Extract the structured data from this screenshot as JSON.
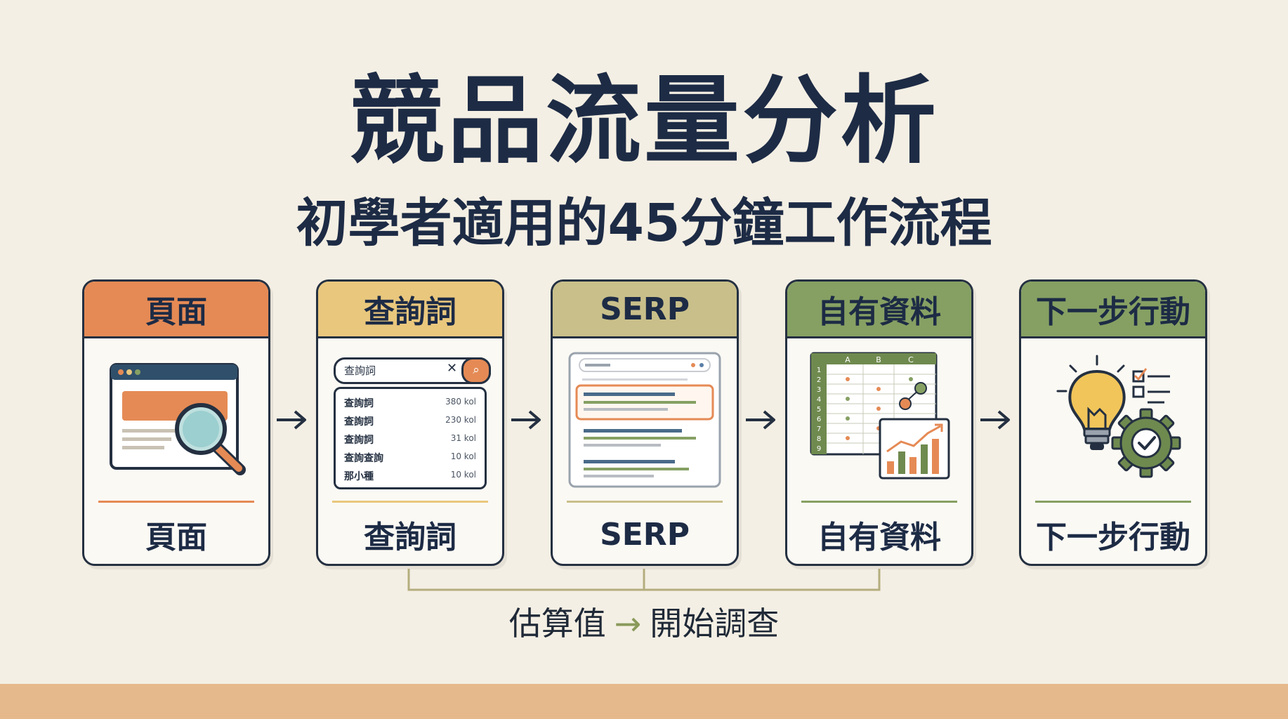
{
  "title": "競品流量分析",
  "subtitle": "初學者適用的45分鐘工作流程",
  "colors": {
    "page": "#f4efe4",
    "orange": "#e58a55",
    "yellow": "#e9c77d",
    "olive": "#c9bf8a",
    "green": "#86a063",
    "dark_green": "#6f8a4f",
    "ink": "#1d2b45",
    "footer": "#e6b98d"
  },
  "steps": [
    {
      "label": "頁面",
      "footer": "頁面",
      "icon": "browser-magnifier-icon"
    },
    {
      "label": "查詢詞",
      "footer": "查詢詞",
      "icon": "keyword-list-icon",
      "search_text": "查詢詞",
      "keywords": [
        {
          "term": "查詢詞",
          "volume": "380 kol"
        },
        {
          "term": "查詢詞",
          "volume": "230 kol"
        },
        {
          "term": "查詢詞",
          "volume": "31 kol"
        },
        {
          "term": "查詢查詢",
          "volume": "10 kol"
        },
        {
          "term": "那小種",
          "volume": "10 kol"
        }
      ]
    },
    {
      "label": "SERP",
      "footer": "SERP",
      "icon": "serp-page-icon"
    },
    {
      "label": "自有資料",
      "footer": "自有資料",
      "icon": "spreadsheet-chart-icon",
      "columns": [
        "A",
        "B",
        "C"
      ],
      "rows": [
        "1",
        "2",
        "3",
        "4",
        "5",
        "6",
        "7",
        "8",
        "9"
      ]
    },
    {
      "label": "下一步行動",
      "footer": "下一步行動",
      "icon": "lightbulb-gear-icon"
    }
  ],
  "caption": {
    "left": "估算值",
    "arrow": "→",
    "right": "開始調查"
  }
}
